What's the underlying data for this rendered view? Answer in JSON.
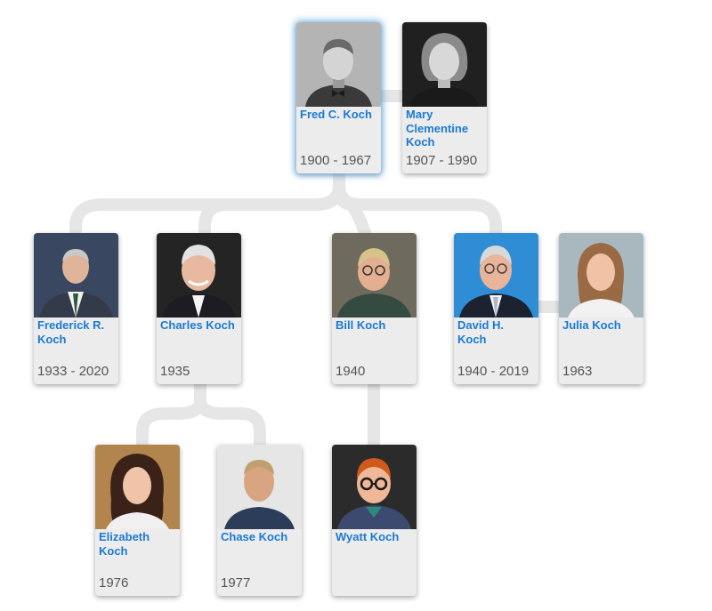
{
  "colors": {
    "name": "#1a7ad4",
    "dates": "#555555",
    "card": "#ececec",
    "connector": "#e6e6e6"
  },
  "people": {
    "fred": {
      "name": "Fred C. Koch",
      "dates": "1900 - 1967"
    },
    "mary": {
      "name": "Mary Clementine Koch",
      "dates": "1907 - 1990"
    },
    "frederick": {
      "name": "Frederick R. Koch",
      "dates": "1933 - 2020"
    },
    "charles": {
      "name": "Charles Koch",
      "dates": "1935"
    },
    "bill": {
      "name": "Bill Koch",
      "dates": "1940"
    },
    "david": {
      "name": "David H. Koch",
      "dates": "1940 - 2019"
    },
    "julia": {
      "name": "Julia Koch",
      "dates": "1963"
    },
    "elizabeth": {
      "name": "Elizabeth Koch",
      "dates": "1976"
    },
    "chase": {
      "name": "Chase Koch",
      "dates": "1977"
    },
    "wyatt": {
      "name": "Wyatt Koch",
      "dates": ""
    }
  }
}
